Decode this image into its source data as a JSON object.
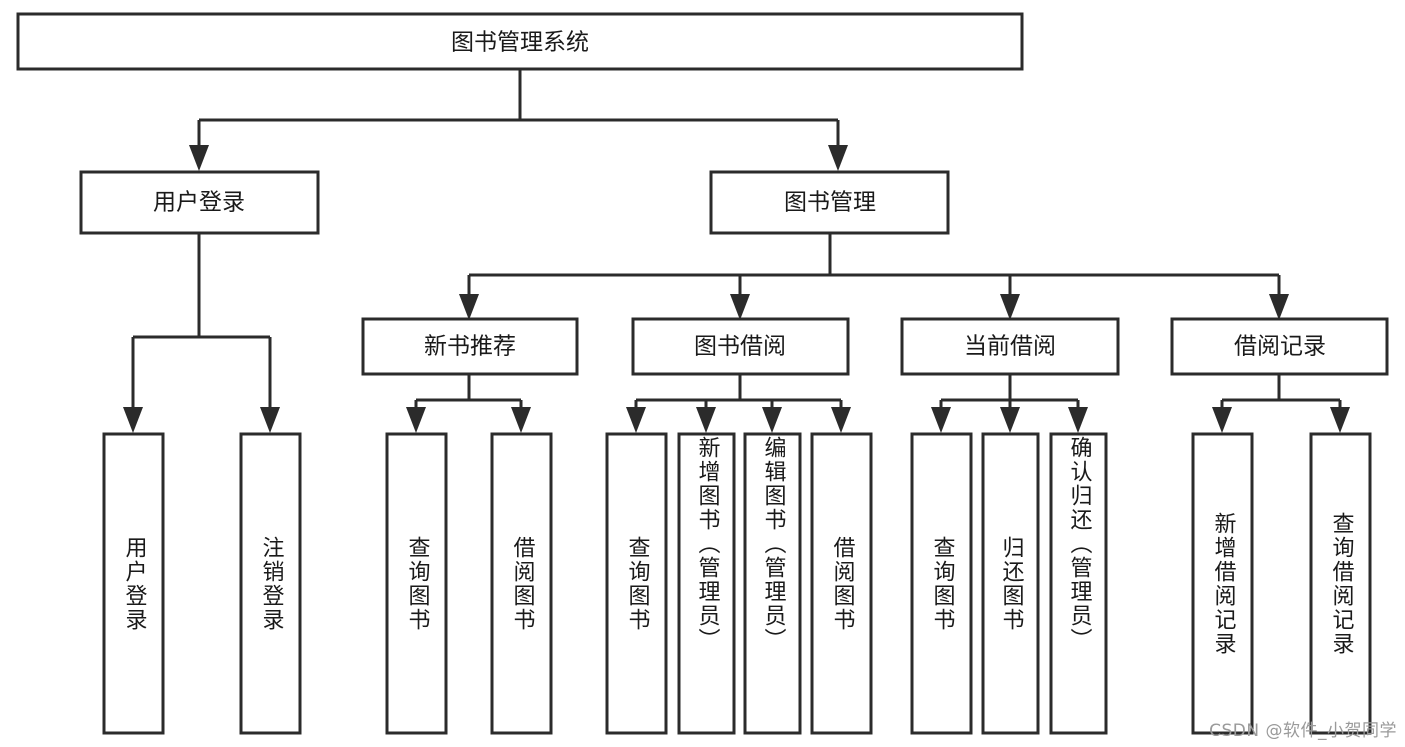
{
  "diagram": {
    "title": "图书管理系统",
    "type": "tree",
    "orientation": "top-down",
    "colors": {
      "box_fill": "#ffffff",
      "box_stroke": "#2b2b2b",
      "connector": "#2b2b2b",
      "text": "#1a1a1a",
      "background": "#ffffff",
      "watermark": "#9a9a9a"
    },
    "root": {
      "id": "root",
      "label": "图书管理系统",
      "orientation": "horizontal"
    },
    "level1": [
      {
        "id": "user-login",
        "label": "用户登录",
        "orientation": "horizontal"
      },
      {
        "id": "book-management",
        "label": "图书管理",
        "orientation": "horizontal"
      }
    ],
    "level2": [
      {
        "id": "new-book-recommend",
        "label": "新书推荐",
        "parent": "book-management",
        "orientation": "horizontal"
      },
      {
        "id": "book-borrow",
        "label": "图书借阅",
        "parent": "book-management",
        "orientation": "horizontal"
      },
      {
        "id": "current-borrow",
        "label": "当前借阅",
        "parent": "book-management",
        "orientation": "horizontal"
      },
      {
        "id": "borrow-record",
        "label": "借阅记录",
        "parent": "book-management",
        "orientation": "horizontal"
      }
    ],
    "leaves": [
      {
        "id": "leaf-user-login",
        "label": "用户登录",
        "parent": "user-login",
        "orientation": "vertical"
      },
      {
        "id": "leaf-logout-login",
        "label": "注销登录",
        "parent": "user-login",
        "orientation": "vertical"
      },
      {
        "id": "leaf-query-book-rec",
        "label": "查询图书",
        "parent": "new-book-recommend",
        "orientation": "vertical"
      },
      {
        "id": "leaf-borrow-book-rec",
        "label": "借阅图书",
        "parent": "new-book-recommend",
        "orientation": "vertical"
      },
      {
        "id": "leaf-query-book-borrow",
        "label": "查询图书",
        "parent": "book-borrow",
        "orientation": "vertical"
      },
      {
        "id": "leaf-add-book",
        "label": "新增图书（管理员）",
        "parent": "book-borrow",
        "orientation": "vertical"
      },
      {
        "id": "leaf-edit-book",
        "label": "编辑图书（管理员）",
        "parent": "book-borrow",
        "orientation": "vertical"
      },
      {
        "id": "leaf-borrow-book",
        "label": "借阅图书",
        "parent": "book-borrow",
        "orientation": "vertical"
      },
      {
        "id": "leaf-query-book-cur",
        "label": "查询图书",
        "parent": "current-borrow",
        "orientation": "vertical"
      },
      {
        "id": "leaf-return-book",
        "label": "归还图书",
        "parent": "current-borrow",
        "orientation": "vertical"
      },
      {
        "id": "leaf-confirm-return",
        "label": "确认归还（管理员）",
        "parent": "current-borrow",
        "orientation": "vertical"
      },
      {
        "id": "leaf-add-record",
        "label": "新增借阅记录",
        "parent": "borrow-record",
        "orientation": "vertical"
      },
      {
        "id": "leaf-query-record",
        "label": "查询借阅记录",
        "parent": "borrow-record",
        "orientation": "vertical"
      }
    ]
  },
  "watermark": {
    "text": "CSDN @软件_小贺同学"
  }
}
